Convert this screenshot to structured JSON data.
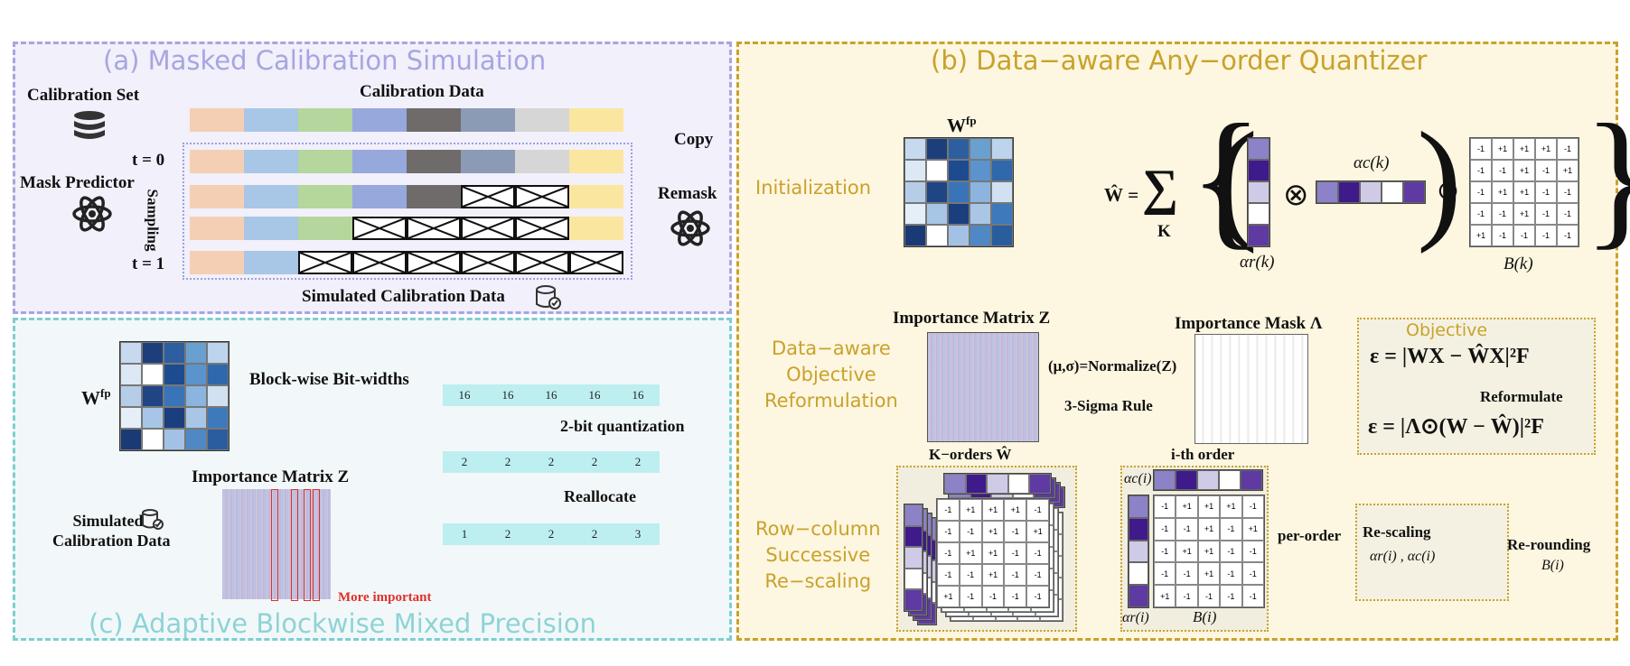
{
  "colors": {
    "panel_a": "#a7a5e0",
    "panel_b": "#c9a22b",
    "panel_c": "#7ecfd0",
    "arrow_a": "#a6a6e2",
    "arrow_b": "#c9a22b",
    "arrow_c": "#bfe2e6",
    "important": "#e0302c"
  },
  "panel_a": {
    "title": "(a) Masked Calibration Simulation",
    "calibration_set": "Calibration Set",
    "calibration_data": "Calibration Data",
    "copy": "Copy",
    "t0": "t = 0",
    "t1": "t = 1",
    "mask_predictor": "Mask Predictor",
    "sampling": "Sampling",
    "remask": "Remask",
    "simulated": "Simulated Calibration Data",
    "bar_colors": [
      "#f5cfb4",
      "#a8c6e6",
      "#b5d69c",
      "#97a8dc",
      "#6f6b6b",
      "#8c9bb5",
      "#d6d6d6",
      "#fbe6a0"
    ]
  },
  "panel_b": {
    "title": "(b) Data−aware Any−order Quantizer",
    "initialization": "Initialization",
    "wfp": "W",
    "wfp_sup": "fp",
    "what_eq": "Ŵ =",
    "sum": "∑",
    "sum_k": "K",
    "alpha_c_k": "αc(k)",
    "alpha_r_k": "αr(k)",
    "b_k": "B(k)",
    "otimes": "⊗",
    "odot": "⊙",
    "row2_label": [
      "Data−aware",
      "Objective",
      "Reformulation"
    ],
    "importance_matrix": "Importance Matrix Z",
    "normalize": "(μ,σ)=Normalize(Z)",
    "sigma_rule": "3-Sigma Rule",
    "importance_mask": "Importance Mask Λ",
    "objective": "Objective",
    "eq1": "ε = |WX − ŴX|²F",
    "reformulate": "Reformulate",
    "eq2": "ε = |Λ⊙(W − Ŵ)|²F",
    "row3_label": [
      "Row−column",
      "Successive",
      "Re−scaling"
    ],
    "k_orders": "K−orders Ŵ",
    "i_th_order": "i-th order",
    "alpha_c_i": "αc(i)",
    "alpha_r_i": "αr(i)",
    "b_i": "B(i)",
    "per_order": "per-order",
    "rescaling": "Re-scaling",
    "rescaling_sub": "αr(i) , αc(i)",
    "rerounding": "Re-rounding",
    "rerounding_sub": "B(i)",
    "b_values": [
      "-1",
      "+1",
      "+1",
      "+1",
      "-1",
      "-1",
      "-1",
      "+1",
      "-1",
      "+1",
      "-1",
      "+1",
      "+1",
      "-1",
      "-1",
      "-1",
      "-1",
      "+1",
      "-1",
      "-1",
      "+1",
      "-1",
      "-1",
      "-1",
      "-1"
    ]
  },
  "panel_c": {
    "title": "(c) Adaptive Blockwise Mixed Precision",
    "wfp": "W",
    "wfp_sup": "fp",
    "blockwise": "Block-wise Bit-widths",
    "row16": [
      "16",
      "16",
      "16",
      "16",
      "16"
    ],
    "quant": "2-bit quantization",
    "row2": [
      "2",
      "2",
      "2",
      "2",
      "2"
    ],
    "reallocate": "Reallocate",
    "row_final": [
      "1",
      "2",
      "2",
      "2",
      "3"
    ],
    "importance_matrix": "Importance Matrix Z",
    "simulated": [
      "Simulated",
      "Calibration Data"
    ],
    "more_important": "More important"
  }
}
